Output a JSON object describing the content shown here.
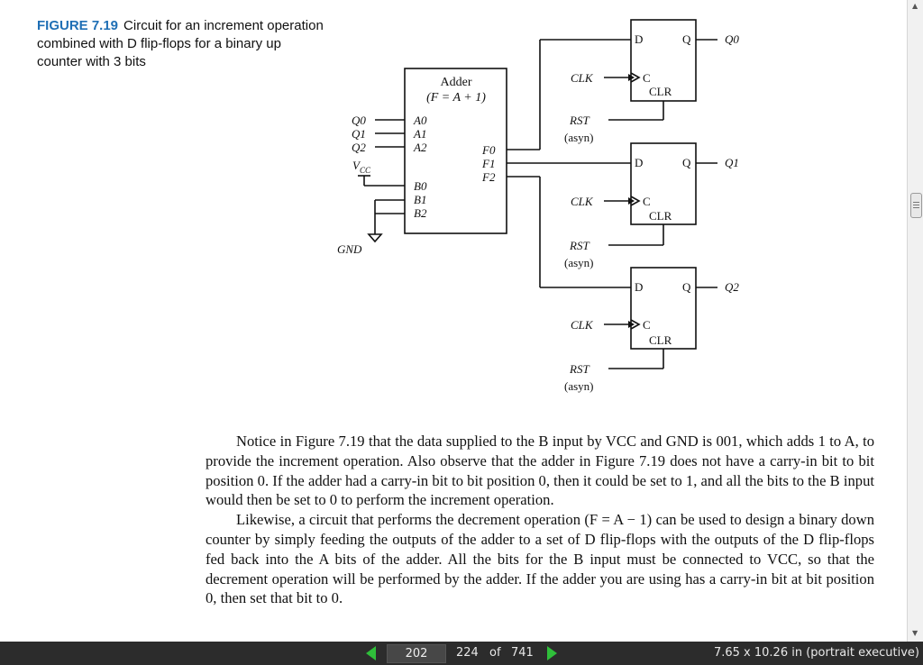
{
  "figure": {
    "label": "FIGURE 7.19",
    "caption": "Circuit for an increment operation combined with D flip-flops for a binary up counter with 3 bits",
    "adder": {
      "title": "Adder",
      "formula": "(F = A + 1)",
      "inputs_a": [
        "A0",
        "A1",
        "A2"
      ],
      "inputs_b": [
        "B0",
        "B1",
        "B2"
      ],
      "outputs": [
        "F0",
        "F1",
        "F2"
      ]
    },
    "left_signals": [
      "Q0",
      "Q1",
      "Q2"
    ],
    "vcc": "V",
    "vcc_sub": "CC",
    "gnd": "GND",
    "flipflops": [
      {
        "d": "D",
        "q": "Q",
        "c": "C",
        "clr": "CLR",
        "out": "Q0",
        "clk": "CLK",
        "rst": "RST",
        "asyn": "(asyn)"
      },
      {
        "d": "D",
        "q": "Q",
        "c": "C",
        "clr": "CLR",
        "out": "Q1",
        "clk": "CLK",
        "rst": "RST",
        "asyn": "(asyn)"
      },
      {
        "d": "D",
        "q": "Q",
        "c": "C",
        "clr": "CLR",
        "out": "Q2",
        "clk": "CLK",
        "rst": "RST",
        "asyn": "(asyn)"
      }
    ]
  },
  "text": {
    "p1": "Notice in Figure 7.19 that the data supplied to the B input by VCC and GND is 001, which adds 1 to A, to provide the increment operation. Also observe that the adder in Figure 7.19 does not have a carry-in bit to bit position 0. If the adder had a carry-in bit to bit position 0, then it could be set to 1, and all the bits to the B input would then be set to 0 to perform the increment operation.",
    "p2": "Likewise, a circuit that performs the decrement operation (F = A − 1) can be used to design a binary down counter by simply feeding the outputs of the adder to a set of D flip-flops with the outputs of the D flip-flops fed back into the A bits of the adder. All the bits for the B input must be connected to VCC, so that the decrement operation will be performed by the adder. If the adder you are using has a carry-in bit at bit position 0, then set that bit to 0."
  },
  "statusbar": {
    "page_input": "202",
    "current_page": "224",
    "of_label": "of",
    "total_pages": "741",
    "page_size": "7.65 x 10.26 in (portrait executive)"
  },
  "colors": {
    "figure_label": "#1f6fb5",
    "nav_arrow": "#2fbf3a",
    "statusbar_bg": "#2c2c2c"
  }
}
